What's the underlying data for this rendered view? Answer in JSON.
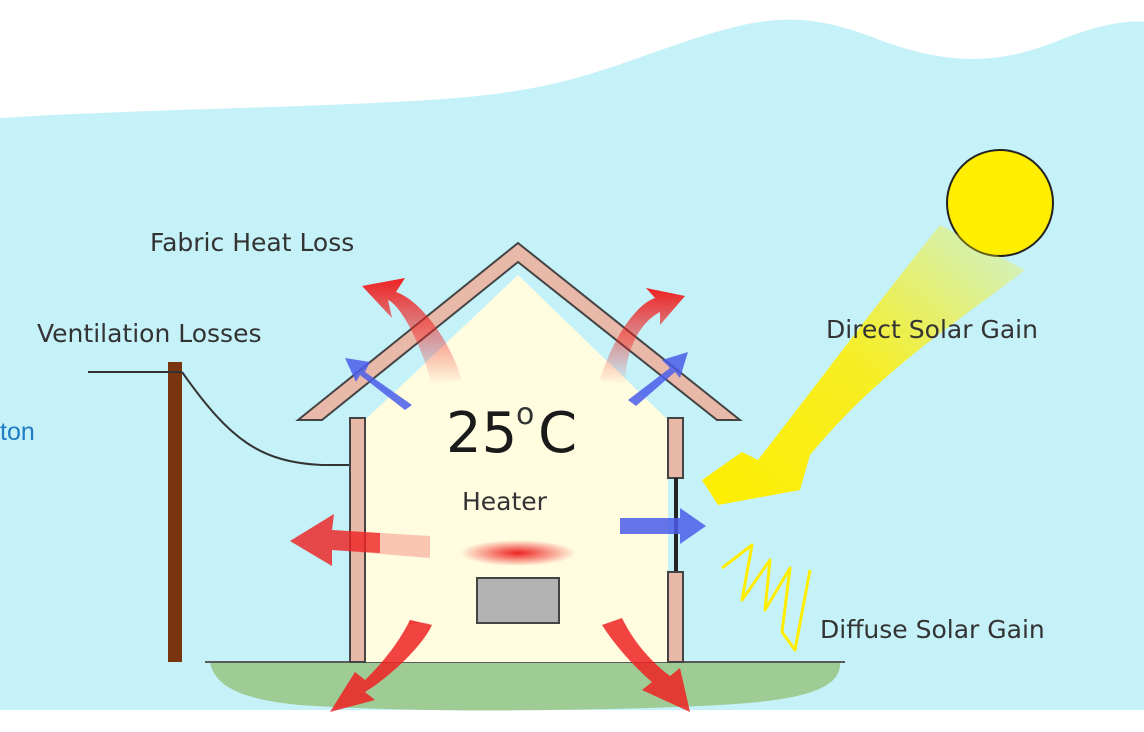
{
  "diagram": {
    "labels": {
      "fabric_heat_loss": "Fabric Heat Loss",
      "ventilation_losses": "Ventilation Losses",
      "direct_solar_gain": "Direct Solar Gain",
      "diffuse_solar_gain": "Diffuse Solar Gain",
      "temperature_value": "25",
      "temperature_unit_degree": "o",
      "temperature_unit": "C",
      "heater": "Heater"
    },
    "cut_off_text": "ton"
  },
  "colors": {
    "sky": "#c5f1f8",
    "house_wall": "#e8b8a8",
    "interior": "#fffce0",
    "ground": "#9fcb94",
    "sun": "#ffee00",
    "loss_arrow": "#ee2222",
    "ventilation_arrow": "#4a5dea",
    "pole": "#7a3410",
    "heater_box": "#b3b3b3"
  }
}
